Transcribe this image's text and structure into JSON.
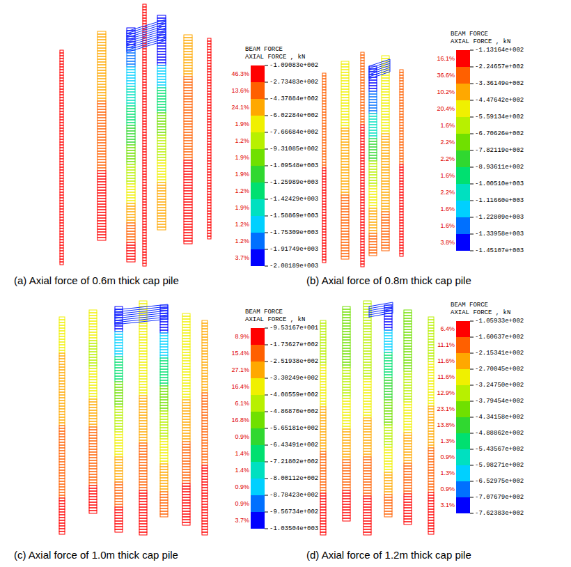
{
  "diagram": {
    "labels": [
      "BEAM FORCE",
      "AXIAL FORCE , kN",
      "-1.09083e+002",
      "-2.73483e+002",
      "-4.37884e+002",
      "-6.02284e+002",
      "-7.66684e+002",
      "-9.31085e+002",
      "-1.09548e+003",
      "-1.25989e+003",
      "-1.42429e+003",
      "-1.58869e+003",
      "-1.75309e+003",
      "-1.91749e+003",
      "-2.08189e+003",
      "BEAM FORCE",
      "AXIAL FORCE , kN",
      "-1.13164e+002",
      "-2.24657e+002",
      "-3.36149e+002",
      "-4.47642e+002",
      "-5.59134e+002",
      "-6.70626e+002",
      "-7.82119e+002",
      "-8.93611e+002",
      "-1.00510e+003",
      "-1.11660e+003",
      "-1.22809e+003",
      "-1.33958e+003",
      "-1.45107e+003",
      "BEAM FORCE",
      "AXIAL FORCE , kN",
      "-9.53167e+001",
      "-1.73627e+002",
      "-2.51938e+002",
      "-3.30249e+002",
      "-4.08559e+002",
      "-4.86870e+002",
      "-5.65181e+002",
      "-6.43491e+002",
      "-7.21802e+002",
      "-8.00112e+002",
      "-8.78423e+002",
      "-9.56734e+002",
      "-1.03504e+003",
      "BEAM FORCE",
      "AXIAL FORCE , kN",
      "-1.05933e+002",
      "-1.60637e+002",
      "-2.15341e+002",
      "-2.70045e+002",
      "-3.24750e+002",
      "-3.79454e+002",
      "-4.34158e+002",
      "-4.88862e+002",
      "-5.43567e+002",
      "-5.98271e+002",
      "-6.52975e+002",
      "-7.07679e+002",
      "-7.62383e+002",
      "(a) Axial force of 0.6m thick cap pile",
      "(b) Axial force of 0.8m thick cap pile",
      "(c) Axial force of 1.0m thick cap pile",
      "(d) Axial force of 1.2m thick cap pile"
    ],
    "legend": [
      {
        "text": "46.3%",
        "color": "#ff0000"
      },
      {
        "text": "13.6%",
        "color": "#ff6000"
      },
      {
        "text": "24.1%",
        "color": "#ffa800"
      },
      {
        "text": "1.9%",
        "color": "#f0f000"
      },
      {
        "text": "1.2%",
        "color": "#b8f000"
      },
      {
        "text": "1.9%",
        "color": "#70e000"
      },
      {
        "text": "1.9%",
        "color": "#30d830"
      },
      {
        "text": "1.2%",
        "color": "#00e070"
      },
      {
        "text": "1.9%",
        "color": "#00e0c0"
      },
      {
        "text": "1.2%",
        "color": "#00d0ff"
      },
      {
        "text": "1.2%",
        "color": "#0070ff"
      },
      {
        "text": "3.7%",
        "color": "#0000ff"
      },
      {
        "text": "16.1%",
        "color": "#ff0000"
      },
      {
        "text": "36.6%",
        "color": "#ff6000"
      },
      {
        "text": "10.2%",
        "color": "#ffa800"
      },
      {
        "text": "20.4%",
        "color": "#f0f000"
      },
      {
        "text": "1.6%",
        "color": "#b8f000"
      },
      {
        "text": "2.2%",
        "color": "#70e000"
      },
      {
        "text": "2.2%",
        "color": "#30d830"
      },
      {
        "text": "1.6%",
        "color": "#00e070"
      },
      {
        "text": "2.2%",
        "color": "#00e0c0"
      },
      {
        "text": "1.6%",
        "color": "#00d0ff"
      },
      {
        "text": "1.6%",
        "color": "#0070ff"
      },
      {
        "text": "3.8%",
        "color": "#0000ff"
      },
      {
        "text": "8.9%",
        "color": "#ff0000"
      },
      {
        "text": "15.4%",
        "color": "#ff6000"
      },
      {
        "text": "27.1%",
        "color": "#ffa800"
      },
      {
        "text": "16.4%",
        "color": "#f0f000"
      },
      {
        "text": "6.1%",
        "color": "#b8f000"
      },
      {
        "text": "16.8%",
        "color": "#70e000"
      },
      {
        "text": "0.9%",
        "color": "#30d830"
      },
      {
        "text": "1.4%",
        "color": "#00e070"
      },
      {
        "text": "1.4%",
        "color": "#00e0c0"
      },
      {
        "text": "0.9%",
        "color": "#00d0ff"
      },
      {
        "text": "0.9%",
        "color": "#0070ff"
      },
      {
        "text": "3.7%",
        "color": "#0000ff"
      },
      {
        "text": "6.4%",
        "color": "#ff0000"
      },
      {
        "text": "11.1%",
        "color": "#ff6000"
      },
      {
        "text": "11.6%",
        "color": "#ffa800"
      },
      {
        "text": "11.6%",
        "color": "#f0f000"
      },
      {
        "text": "12.9%",
        "color": "#b8f000"
      },
      {
        "text": "23.1%",
        "color": "#70e000"
      },
      {
        "text": "13.8%",
        "color": "#30d830"
      },
      {
        "text": "1.3%",
        "color": "#00e070"
      },
      {
        "text": "0.9%",
        "color": "#00e0c0"
      },
      {
        "text": "1.3%",
        "color": "#00d0ff"
      },
      {
        "text": "0.9%",
        "color": "#0070ff"
      },
      {
        "text": "3.1%",
        "color": "#0000ff"
      }
    ]
  }
}
